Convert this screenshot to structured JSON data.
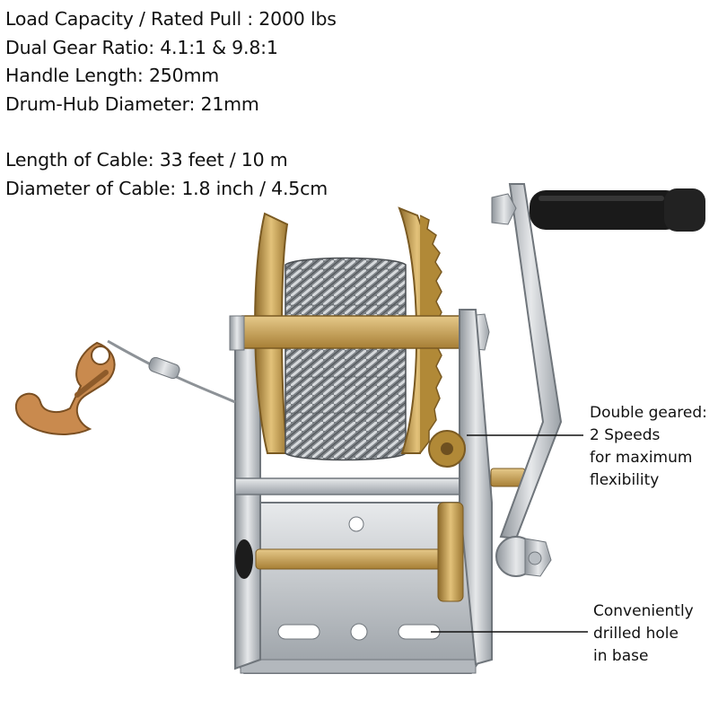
{
  "specs": {
    "line1": "Load Capacity / Rated Pull : 2000 lbs",
    "line2": "Dual Gear Ratio: 4.1:1 & 9.8:1",
    "line3": "Handle Length: 250mm",
    "line4": "Drum-Hub Diameter: 21mm",
    "line5": "Length of Cable: 33 feet / 10 m",
    "line6": "Diameter of Cable: 1.8 inch / 4.5cm"
  },
  "callouts": {
    "gear": [
      "Double geared:",
      "2 Speeds",
      "for maximum",
      "flexibility"
    ],
    "base": [
      "Conveniently",
      "drilled hole",
      "in base"
    ]
  },
  "colors": {
    "steel": "#c9ccd0",
    "zinc_gold": "#c9a24a",
    "cable": "#8d9297",
    "handle_grip": "#1a1a1a",
    "hook": "#c98a4e"
  }
}
